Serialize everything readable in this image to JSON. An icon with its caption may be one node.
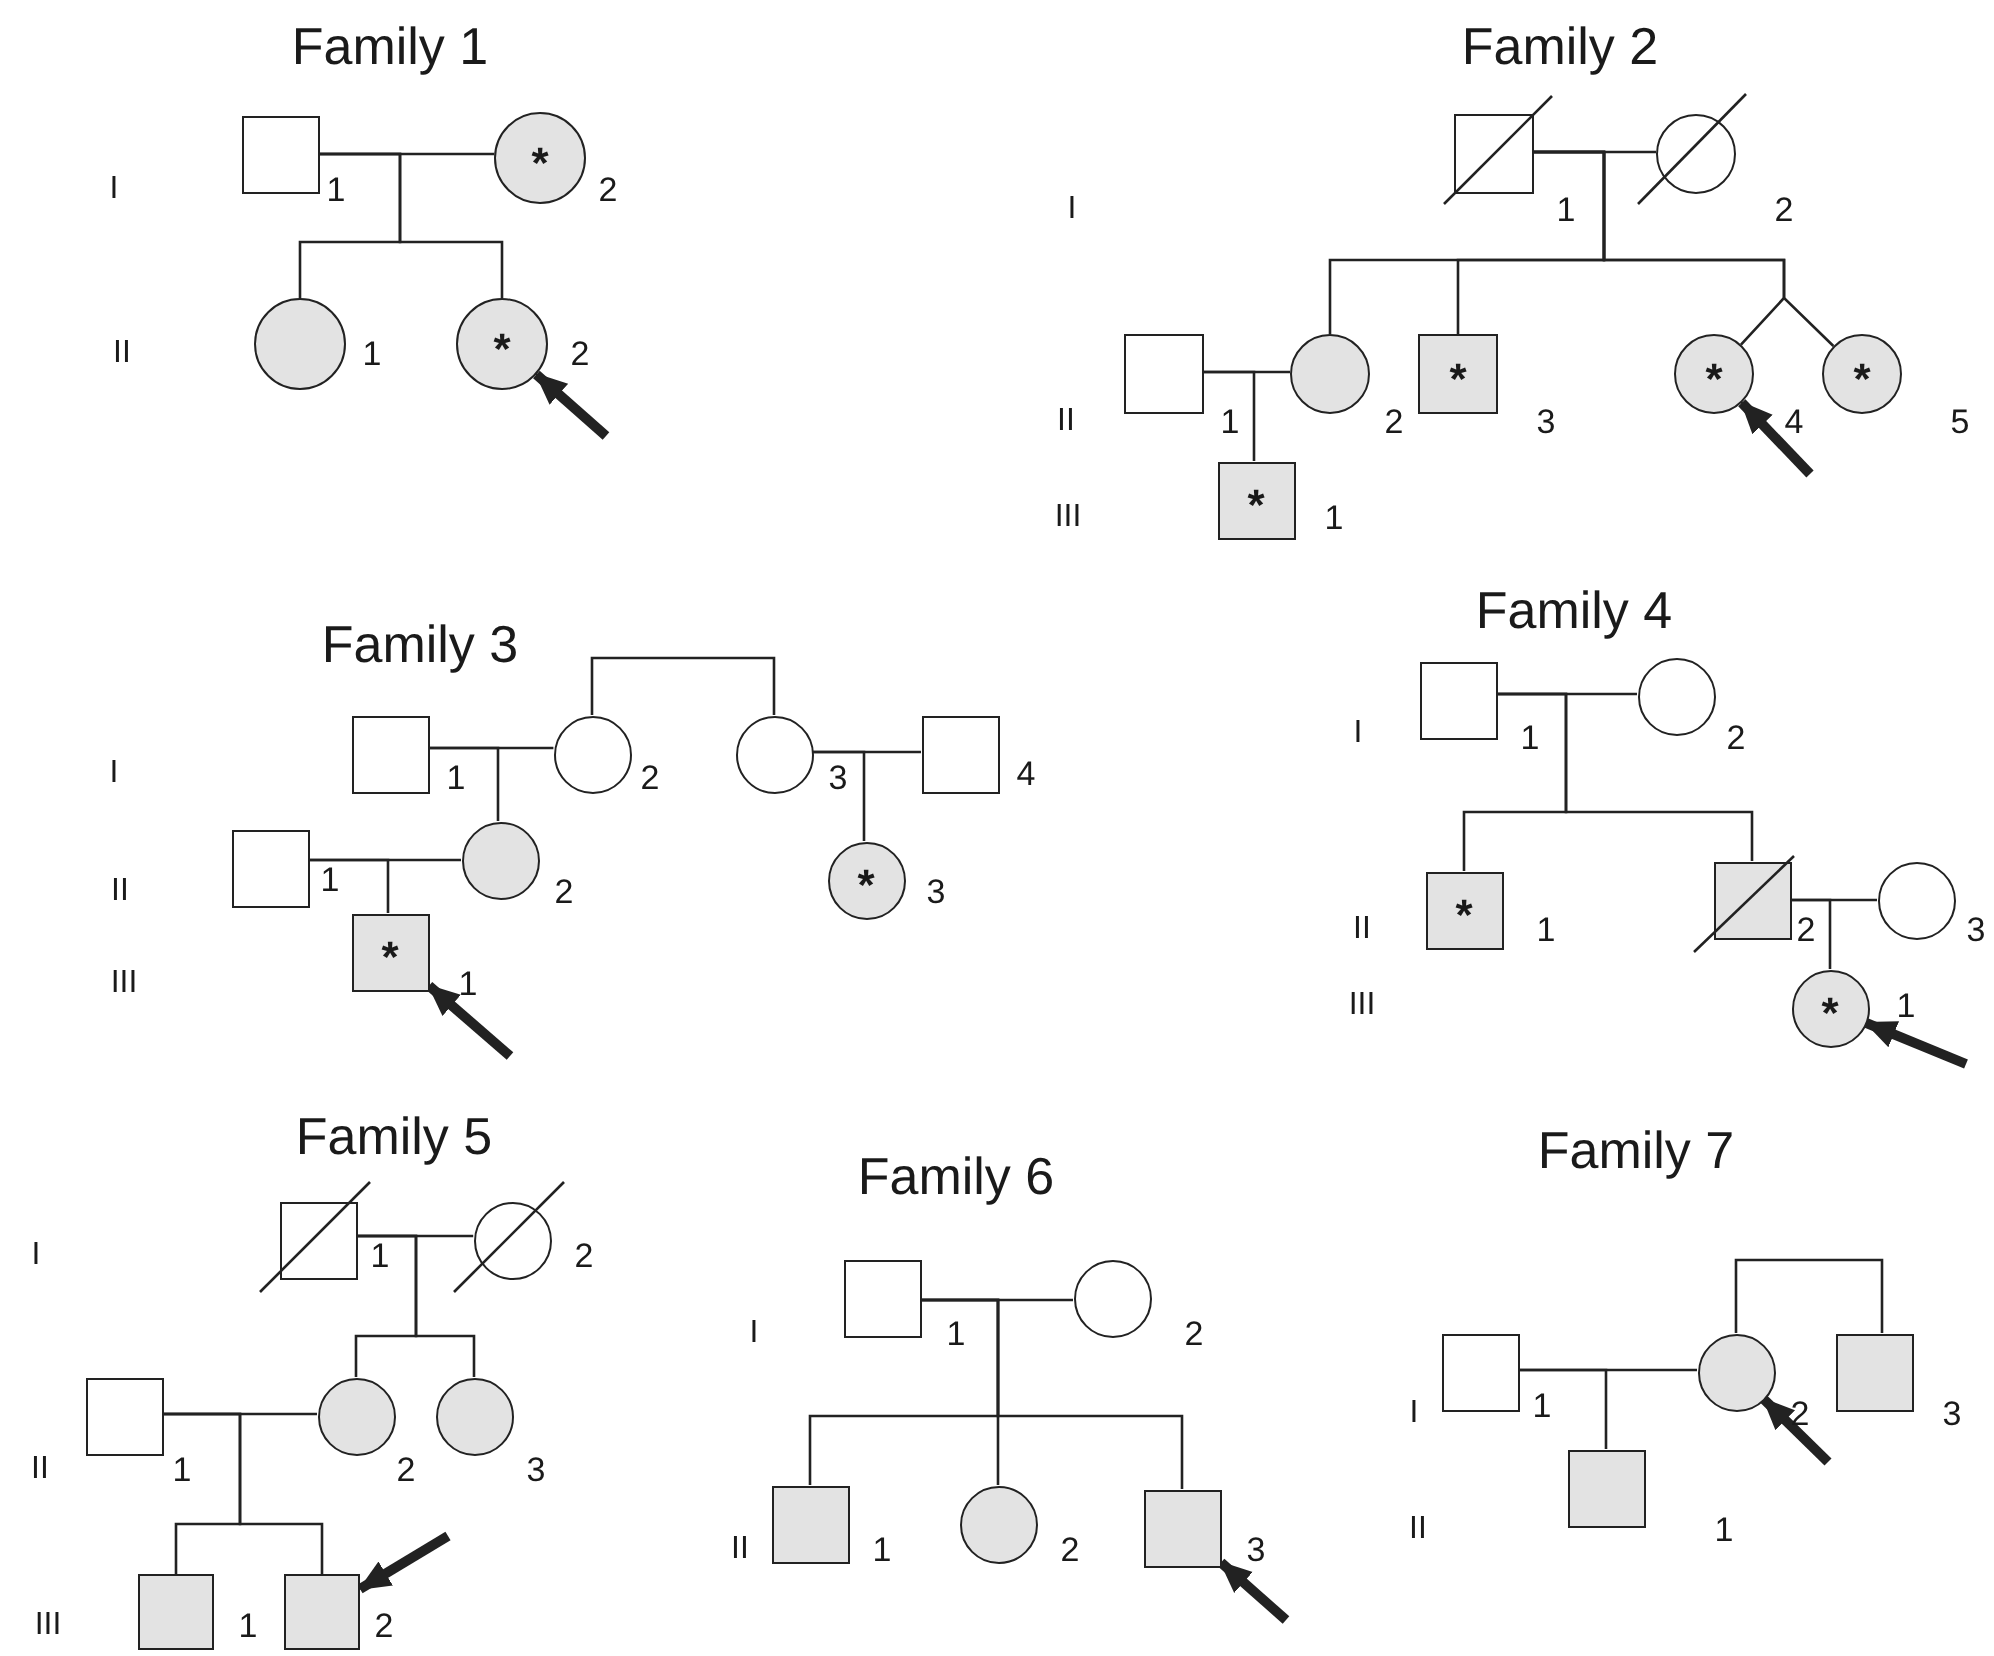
{
  "diagram": {
    "nodes": [
      {
        "text": [],
        "shape": "box",
        "beside": [
          "1"
        ]
      },
      {
        "text": [
          "*"
        ],
        "beside": [
          "2"
        ]
      },
      {
        "text": [],
        "shape": "circle",
        "beside": [
          "1"
        ]
      },
      {
        "text": [
          "*"
        ],
        "beside": [
          "2"
        ]
      },
      {
        "text": [],
        "shape": "box",
        "beside": [
          "1"
        ]
      },
      {
        "text": [],
        "shape": "circle",
        "beside": [
          "2"
        ]
      },
      {
        "text": [],
        "shape": "box",
        "beside": [
          "1"
        ]
      },
      {
        "text": [],
        "shape": "circle",
        "beside": [
          "2"
        ]
      },
      {
        "text": [
          "*"
        ],
        "beside": [
          "3"
        ]
      },
      {
        "text": [
          "*"
        ],
        "beside": [
          "4"
        ]
      },
      {
        "text": [
          "*"
        ],
        "beside": [
          "5"
        ]
      },
      {
        "text": [
          "*"
        ],
        "beside": [
          "1"
        ]
      },
      {
        "text": [],
        "shape": "box",
        "beside": [
          "1"
        ]
      },
      {
        "text": [],
        "shape": "circle",
        "beside": [
          "2"
        ]
      },
      {
        "text": [],
        "shape": "circle",
        "beside": [
          "3"
        ]
      },
      {
        "text": [],
        "shape": "box",
        "beside": [
          "4"
        ]
      },
      {
        "text": [],
        "shape": "box",
        "beside": [
          "1"
        ]
      },
      {
        "text": [],
        "shape": "circle",
        "beside": [
          "2"
        ]
      },
      {
        "text": [
          "*"
        ],
        "beside": [
          "3"
        ]
      },
      {
        "text": [
          "*"
        ],
        "beside": [
          "1"
        ]
      },
      {
        "text": [],
        "shape": "box",
        "beside": [
          "1"
        ]
      },
      {
        "text": [],
        "shape": "circle",
        "beside": [
          "2"
        ]
      },
      {
        "text": [
          "*"
        ],
        "beside": [
          "1"
        ]
      },
      {
        "text": [],
        "shape": "box",
        "beside": [
          "2"
        ]
      },
      {
        "text": [],
        "shape": "circle",
        "beside": [
          "3"
        ]
      },
      {
        "text": [
          "*"
        ],
        "beside": [
          "1"
        ]
      },
      {
        "text": [],
        "shape": "box",
        "beside": [
          "1"
        ]
      },
      {
        "text": [],
        "shape": "circle",
        "beside": [
          "2"
        ]
      },
      {
        "text": [],
        "shape": "box",
        "beside": [
          "1"
        ]
      },
      {
        "text": [],
        "shape": "circle",
        "beside": [
          "2"
        ]
      },
      {
        "text": [],
        "shape": "circle",
        "beside": [
          "3"
        ]
      },
      {
        "text": [],
        "shape": "box",
        "beside": [
          "1"
        ]
      },
      {
        "text": [],
        "shape": "box",
        "beside": [
          "2"
        ]
      },
      {
        "text": [],
        "shape": "box",
        "beside": [
          "1"
        ]
      },
      {
        "text": [],
        "shape": "circle",
        "beside": [
          "2"
        ]
      },
      {
        "text": [],
        "shape": "box",
        "beside": [
          "1"
        ]
      },
      {
        "text": [],
        "shape": "circle",
        "beside": [
          "2"
        ]
      },
      {
        "text": [],
        "shape": "box",
        "beside": [
          "3"
        ]
      },
      {
        "text": [],
        "shape": "box",
        "beside": [
          "1"
        ]
      },
      {
        "text": [],
        "shape": "circle",
        "beside": [
          "2"
        ]
      },
      {
        "text": [],
        "shape": "box",
        "beside": [
          "3"
        ]
      },
      {
        "text": [],
        "shape": "box",
        "beside": [
          "1"
        ]
      }
    ],
    "edges": [
      {
        "from": 0,
        "to": 1,
        "arrow": "none"
      },
      {
        "from": 0,
        "to": 2,
        "arrow": "none"
      },
      {
        "from": 0,
        "to": 3,
        "arrow": "none"
      },
      {
        "from": null,
        "to": 3,
        "arrow": "to",
        "style": "thick"
      },
      {
        "from": 4,
        "to": 5,
        "arrow": "none"
      },
      {
        "from": 4,
        "to": 7,
        "arrow": "none"
      },
      {
        "from": 4,
        "to": 8,
        "arrow": "none"
      },
      {
        "from": 4,
        "to": 9,
        "arrow": "none"
      },
      {
        "from": 4,
        "to": 10,
        "arrow": "none"
      },
      {
        "from": 6,
        "to": 7,
        "arrow": "none"
      },
      {
        "from": 6,
        "to": 11,
        "arrow": "none"
      },
      {
        "from": null,
        "to": 9,
        "arrow": "to",
        "style": "thick"
      },
      {
        "from": 12,
        "to": 13,
        "arrow": "none"
      },
      {
        "from": 12,
        "to": 17,
        "arrow": "none"
      },
      {
        "from": 13,
        "to": 14,
        "arrow": "none"
      },
      {
        "from": 14,
        "to": 15,
        "arrow": "none"
      },
      {
        "from": 14,
        "to": 18,
        "arrow": "none"
      },
      {
        "from": 16,
        "to": 17,
        "arrow": "none"
      },
      {
        "from": 16,
        "to": 19,
        "arrow": "none"
      },
      {
        "from": null,
        "to": 19,
        "arrow": "to",
        "style": "thick"
      },
      {
        "from": 20,
        "to": 21,
        "arrow": "none"
      },
      {
        "from": 20,
        "to": 22,
        "arrow": "none"
      },
      {
        "from": 20,
        "to": 23,
        "arrow": "none"
      },
      {
        "from": 23,
        "to": 24,
        "arrow": "none"
      },
      {
        "from": 23,
        "to": 25,
        "arrow": "none"
      },
      {
        "from": null,
        "to": 25,
        "arrow": "to",
        "style": "thick"
      },
      {
        "from": 26,
        "to": 27,
        "arrow": "none"
      },
      {
        "from": 26,
        "to": 29,
        "arrow": "none"
      },
      {
        "from": 26,
        "to": 30,
        "arrow": "none"
      },
      {
        "from": 28,
        "to": 29,
        "arrow": "none"
      },
      {
        "from": 28,
        "to": 31,
        "arrow": "none"
      },
      {
        "from": 28,
        "to": 32,
        "arrow": "none"
      },
      {
        "from": null,
        "to": 32,
        "arrow": "to",
        "style": "thick"
      },
      {
        "from": 33,
        "to": 34,
        "arrow": "none"
      },
      {
        "from": 33,
        "to": 35,
        "arrow": "none"
      },
      {
        "from": 33,
        "to": 36,
        "arrow": "none"
      },
      {
        "from": 33,
        "to": 37,
        "arrow": "none"
      },
      {
        "from": null,
        "to": 37,
        "arrow": "to",
        "style": "thick"
      },
      {
        "from": 38,
        "to": 39,
        "arrow": "none"
      },
      {
        "from": 38,
        "to": 41,
        "arrow": "none"
      },
      {
        "from": 39,
        "to": 40,
        "arrow": "none"
      },
      {
        "from": null,
        "to": 39,
        "arrow": "to",
        "style": "thick"
      }
    ],
    "labels": [
      "Family 1",
      "I",
      "II",
      "Family 2",
      "I",
      "II",
      "III",
      "Family 3",
      "I",
      "II",
      "III",
      "Family 4",
      "I",
      "II",
      "III",
      "Family 5",
      "I",
      "II",
      "III",
      "Family 6",
      "I",
      "II",
      "Family 7",
      "I",
      "II"
    ]
  }
}
